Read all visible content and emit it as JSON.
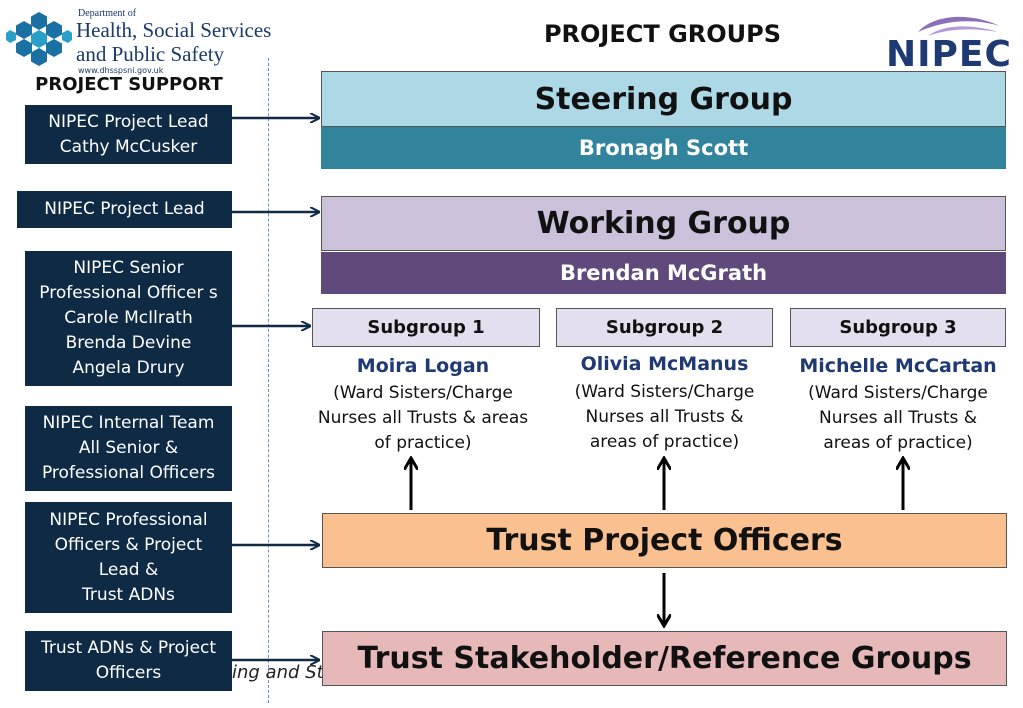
{
  "header": {
    "dept_small": "Department of",
    "dept_line1": "Health, Social Services",
    "dept_line2": "and Public Safety",
    "dept_url": "www.dhsspsni.gov.uk",
    "title": "PROJECT GROUPS",
    "brand": "NIPEC",
    "project_support": "PROJECT SUPPORT"
  },
  "support": [
    {
      "text": "NIPEC Project Lead\nCathy McCusker"
    },
    {
      "text": "NIPEC Project Lead"
    },
    {
      "text": "NIPEC Senior\nProfessional Officer s\nCarole McIlrath\nBrenda Devine\nAngela Drury"
    },
    {
      "text": "NIPEC Internal Team\nAll Senior  &\nProfessional Officers"
    },
    {
      "text": "NIPEC Professional\nOfficers & Project\nLead  &\nTrust ADNs"
    },
    {
      "text": "Trust ADNs &  Project\nOfficers"
    }
  ],
  "groups": {
    "steering": {
      "title": "Steering Group",
      "lead": "Bronagh Scott"
    },
    "working": {
      "title": "Working Group",
      "lead": "Brendan McGrath"
    },
    "subgroups": [
      {
        "title": "Subgroup 1",
        "lead": "Moira Logan",
        "desc": "(Ward Sisters/Charge\nNurses all Trusts & areas\nof practice)"
      },
      {
        "title": "Subgroup 2",
        "lead": "Olivia McManus",
        "desc": "(Ward Sisters/Charge\nNurses all Trusts &\nareas of practice)"
      },
      {
        "title": "Subgroup 3",
        "lead": "Michelle McCartan",
        "desc": "(Ward Sisters/Charge\nNurses all Trusts &\nareas of practice)"
      }
    ],
    "trust_officers": "Trust Project Officers",
    "stakeholder": "Trust Stakeholder/Reference Groups"
  },
  "footer_fragment": "ing and St",
  "colors": {
    "navy": "#0f2a45",
    "steering_light": "#add8e6",
    "steering_dark": "#31849b",
    "working_light": "#ccc1da",
    "working_dark": "#604a7b",
    "subgroup_fill": "#e4dfee",
    "trust_officers": "#fac090",
    "stakeholder": "#e6b9b8",
    "lead_text": "#1f3a73"
  }
}
